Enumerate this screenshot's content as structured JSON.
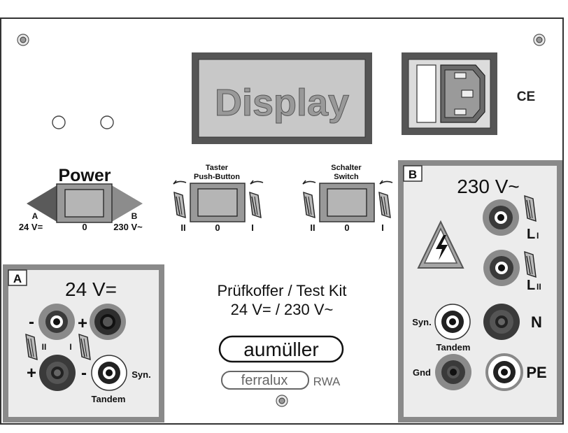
{
  "display": {
    "label": "Display"
  },
  "ce_mark": "CE",
  "power": {
    "title": "Power",
    "left_letter": "A",
    "right_letter": "B",
    "left_value": "24 V=",
    "center_value": "0",
    "right_value": "230 V~"
  },
  "taster": {
    "title_de": "Taster",
    "title_en": "Push-Button",
    "pos_left": "II",
    "pos_center": "0",
    "pos_right": "I"
  },
  "schalter": {
    "title_de": "Schalter",
    "title_en": "Switch",
    "pos_left": "II",
    "pos_center": "0",
    "pos_right": "I"
  },
  "panel_a": {
    "badge": "A",
    "voltage": "24 V=",
    "minus_top": "-",
    "plus_top": "+",
    "pos_ii": "II",
    "pos_i": "I",
    "plus_bottom": "+",
    "minus_bottom": "-",
    "syn_label": "Syn.",
    "tandem_label": "Tandem"
  },
  "center": {
    "line1": "Prüfkoffer / Test Kit",
    "line2": "24 V= / 230 V~",
    "brand1": "aumüller",
    "brand2": "ferralux",
    "brand2_suffix": "RWA"
  },
  "panel_b": {
    "badge": "B",
    "voltage": "230 V~",
    "l1_label": "L",
    "l1_sub": "I",
    "l2_label": "L",
    "l2_sub": "II",
    "n_label": "N",
    "syn_label": "Syn.",
    "tandem_label": "Tandem",
    "gnd_label": "Gnd",
    "pe_label": "PE"
  },
  "colors": {
    "panel_border": "#8a8a8a",
    "panel_fill": "#ececec",
    "display_fill": "#c8c8c8",
    "display_text": "#999999",
    "socket_dark": "#3a3a3a",
    "socket_mid": "#7a7a7a",
    "arrow_left": "#5a5a5a",
    "arrow_right": "#8c8c8c"
  }
}
